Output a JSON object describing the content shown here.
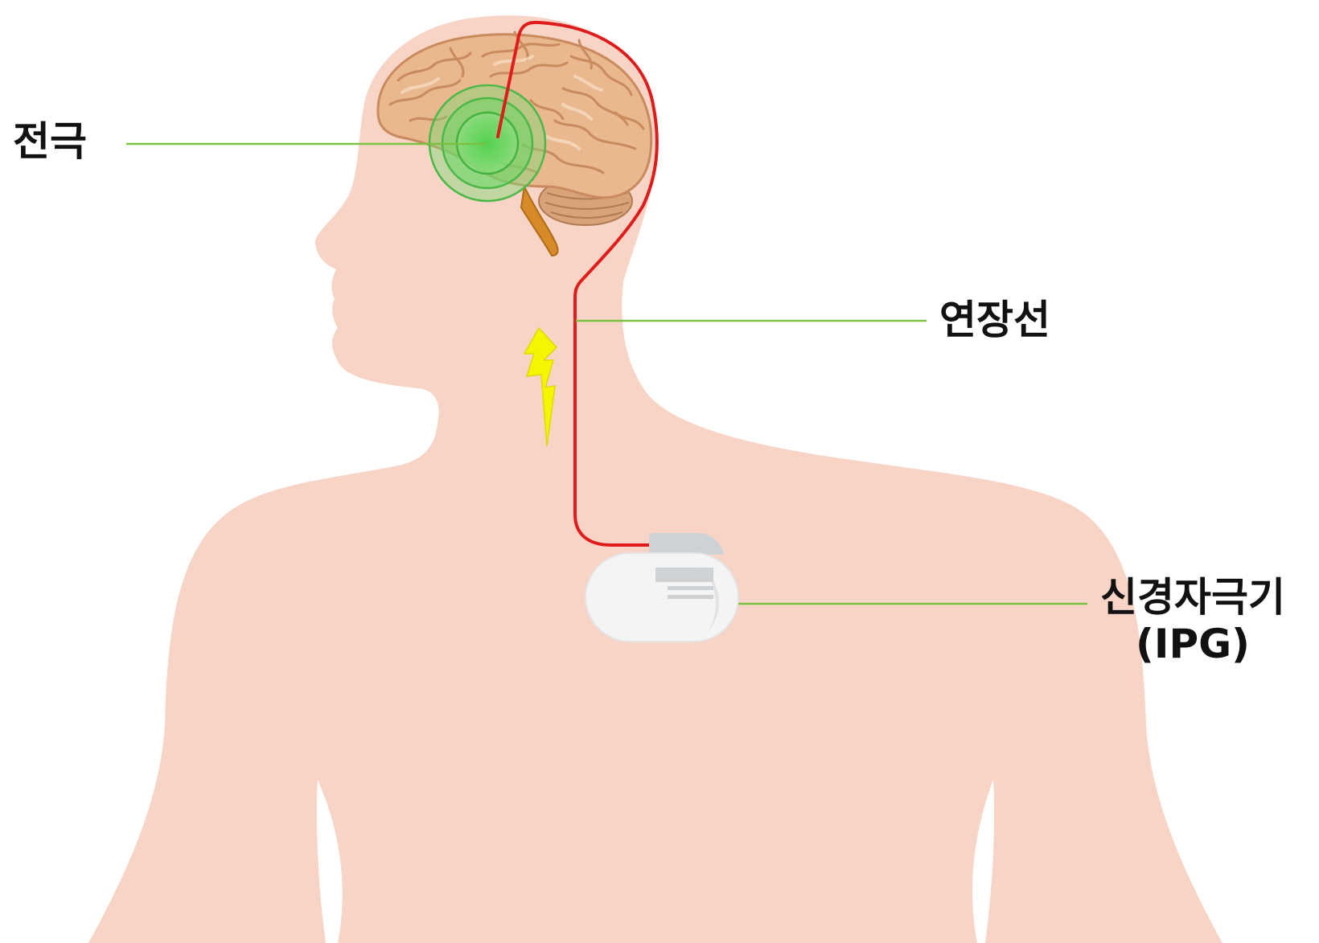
{
  "labels": {
    "electrode": "전극",
    "extension": "연장선",
    "ipg_line1": "신경자극기",
    "ipg_line2": "(IPG)"
  },
  "colors": {
    "skin": "#f7d4c5",
    "brain": "#eab88e",
    "brain_dark": "#cf8c5c",
    "lead": "#e01b1b",
    "stim_zone": "#5fd35a",
    "callout_line": "#7ac143",
    "device": "#f4f4f4",
    "device_header": "#cfd2d4",
    "bolt": "#f5f500"
  }
}
